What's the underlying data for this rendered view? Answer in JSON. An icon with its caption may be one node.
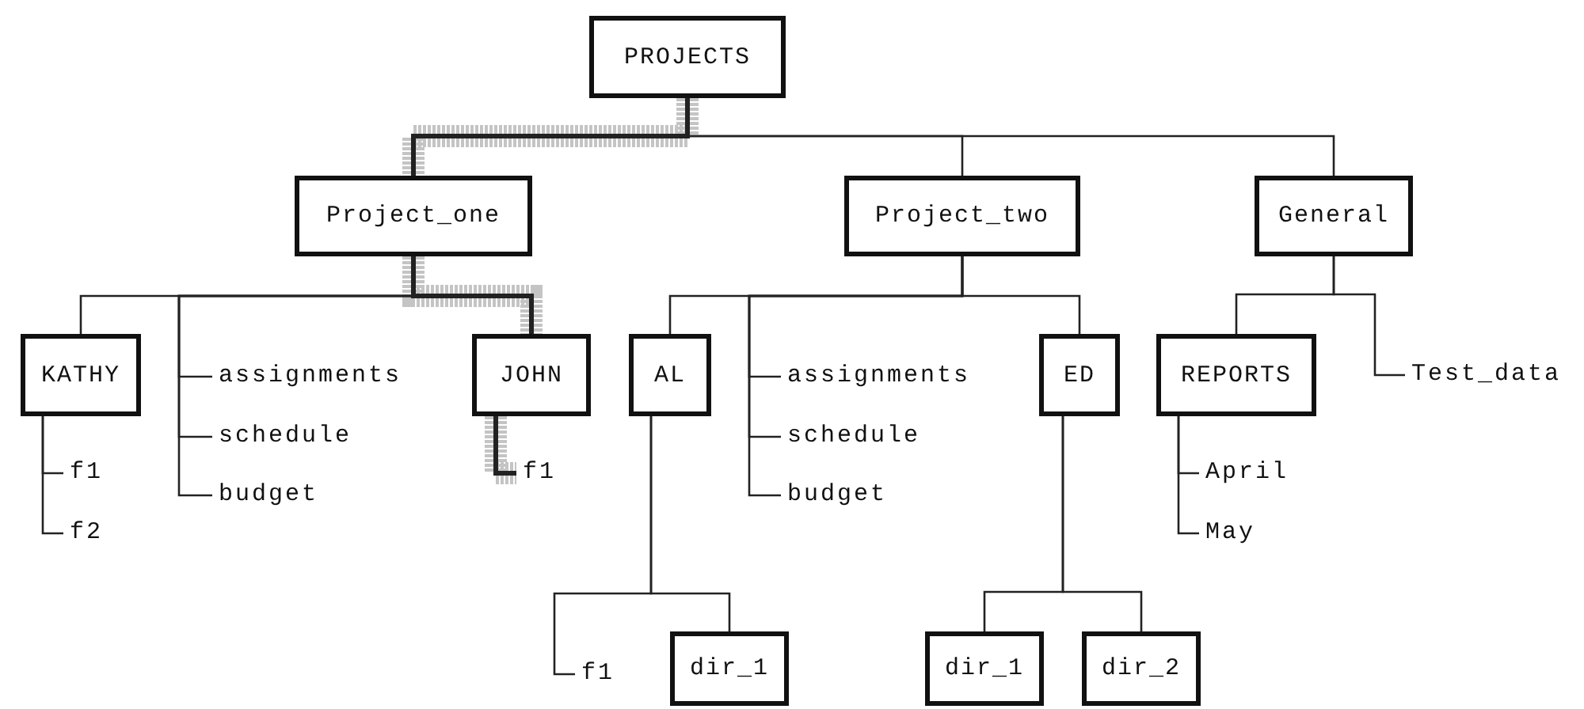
{
  "diagram": {
    "nodes": [
      {
        "text": [
          "PROJECTS"
        ]
      },
      {
        "text": [
          "Project_one"
        ]
      },
      {
        "text": [
          "Project_two"
        ]
      },
      {
        "text": [
          "General"
        ]
      },
      {
        "text": [
          "KATHY"
        ]
      },
      {
        "text": [
          "assignments"
        ]
      },
      {
        "text": [
          "schedule"
        ]
      },
      {
        "text": [
          "budget"
        ]
      },
      {
        "text": [
          "JOHN"
        ]
      },
      {
        "text": [
          "f1"
        ]
      },
      {
        "text": [
          "f2"
        ]
      },
      {
        "text": [
          "f1"
        ]
      },
      {
        "text": [
          "AL"
        ]
      },
      {
        "text": [
          "assignments"
        ]
      },
      {
        "text": [
          "schedule"
        ]
      },
      {
        "text": [
          "budget"
        ]
      },
      {
        "text": [
          "ED"
        ]
      },
      {
        "text": [
          "REPORTS"
        ]
      },
      {
        "text": [
          "Test_data"
        ]
      },
      {
        "text": [
          "April"
        ]
      },
      {
        "text": [
          "May"
        ]
      },
      {
        "text": [
          "f1"
        ]
      },
      {
        "text": [
          "dir_1"
        ]
      },
      {
        "text": [
          "dir_1"
        ]
      },
      {
        "text": [
          "dir_2"
        ]
      }
    ],
    "edges": [
      {
        "from": 0,
        "to": 1,
        "arrow": "none",
        "style": "thick"
      },
      {
        "from": 0,
        "to": 2,
        "arrow": "none"
      },
      {
        "from": 0,
        "to": 3,
        "arrow": "none"
      },
      {
        "from": 1,
        "to": 4,
        "arrow": "none"
      },
      {
        "from": 1,
        "to": 5,
        "arrow": "none"
      },
      {
        "from": 1,
        "to": 6,
        "arrow": "none"
      },
      {
        "from": 1,
        "to": 7,
        "arrow": "none"
      },
      {
        "from": 1,
        "to": 8,
        "arrow": "none",
        "style": "thick"
      },
      {
        "from": 4,
        "to": 9,
        "arrow": "none"
      },
      {
        "from": 4,
        "to": 10,
        "arrow": "none"
      },
      {
        "from": 8,
        "to": 11,
        "arrow": "none",
        "style": "thick"
      },
      {
        "from": 2,
        "to": 12,
        "arrow": "none"
      },
      {
        "from": 2,
        "to": 13,
        "arrow": "none"
      },
      {
        "from": 2,
        "to": 14,
        "arrow": "none"
      },
      {
        "from": 2,
        "to": 15,
        "arrow": "none"
      },
      {
        "from": 2,
        "to": 16,
        "arrow": "none"
      },
      {
        "from": 3,
        "to": 17,
        "arrow": "none"
      },
      {
        "from": 3,
        "to": 18,
        "arrow": "none"
      },
      {
        "from": 17,
        "to": 19,
        "arrow": "none"
      },
      {
        "from": 17,
        "to": 20,
        "arrow": "none"
      },
      {
        "from": 12,
        "to": 21,
        "arrow": "none"
      },
      {
        "from": 12,
        "to": 22,
        "arrow": "none"
      },
      {
        "from": 16,
        "to": 23,
        "arrow": "none"
      },
      {
        "from": 16,
        "to": 24,
        "arrow": "none"
      }
    ]
  }
}
